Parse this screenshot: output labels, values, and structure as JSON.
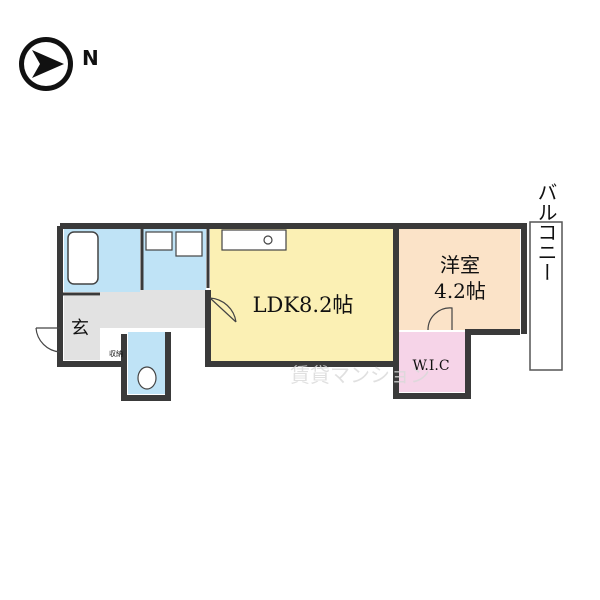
{
  "compass": {
    "direction_label": "N",
    "icon": "north-arrow-icon"
  },
  "rooms": {
    "ldk": "LDK8.2帖",
    "western_room_line1": "洋室",
    "western_room_line2": "4.2帖",
    "wic": "W.I.C",
    "entrance": "玄",
    "storage": "収納",
    "balcony": "バルコニー"
  },
  "watermark": "賃貸マンション",
  "colors": {
    "wall": "#3a3a3a",
    "ldk_fill": "#fbf0b4",
    "western_fill": "#fbe3c8",
    "wic_fill": "#f6d4e8",
    "wet_fill": "#bfe3f6",
    "hall_fill": "#e2e2e2"
  }
}
